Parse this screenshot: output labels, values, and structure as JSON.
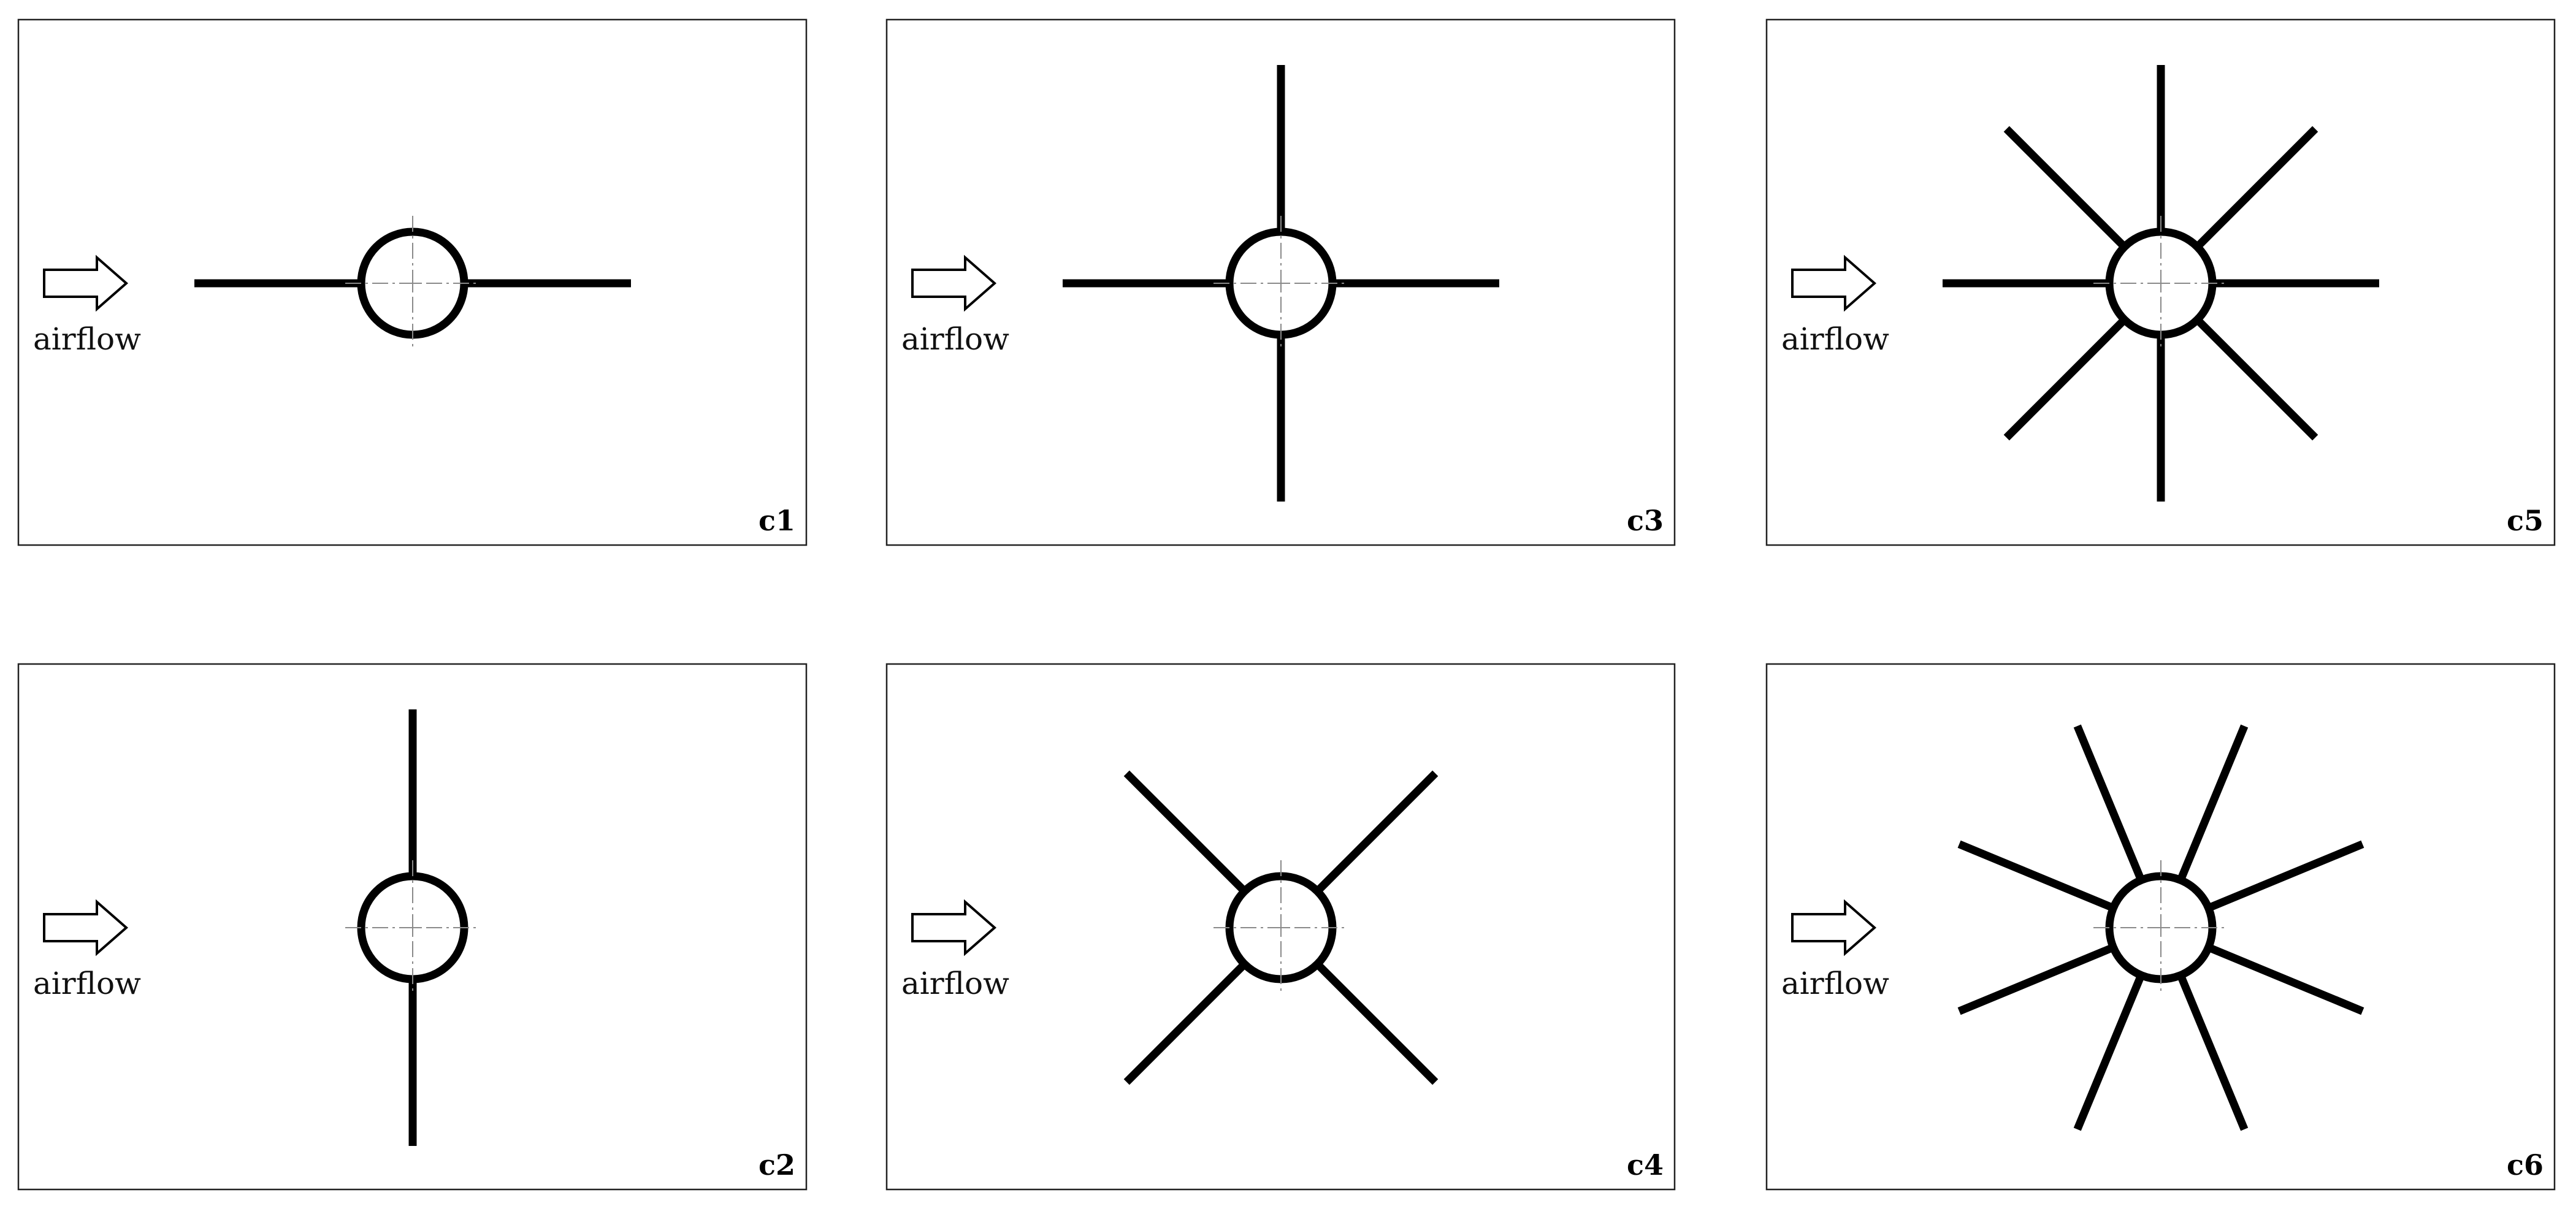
{
  "airflow_label": "airflow",
  "configurations": [
    {
      "id": "c1",
      "label": "c1",
      "fin_angles_deg": [
        0,
        180
      ]
    },
    {
      "id": "c3",
      "label": "c3",
      "fin_angles_deg": [
        0,
        90,
        180,
        270
      ]
    },
    {
      "id": "c5",
      "label": "c5",
      "fin_angles_deg": [
        0,
        45,
        90,
        135,
        180,
        225,
        270,
        315
      ]
    },
    {
      "id": "c2",
      "label": "c2",
      "fin_angles_deg": [
        90,
        270
      ]
    },
    {
      "id": "c4",
      "label": "c4",
      "fin_angles_deg": [
        45,
        135,
        225,
        315
      ]
    },
    {
      "id": "c6",
      "label": "c6",
      "fin_angles_deg": [
        22.5,
        67.5,
        112.5,
        157.5,
        202.5,
        247.5,
        292.5,
        337.5
      ]
    }
  ]
}
